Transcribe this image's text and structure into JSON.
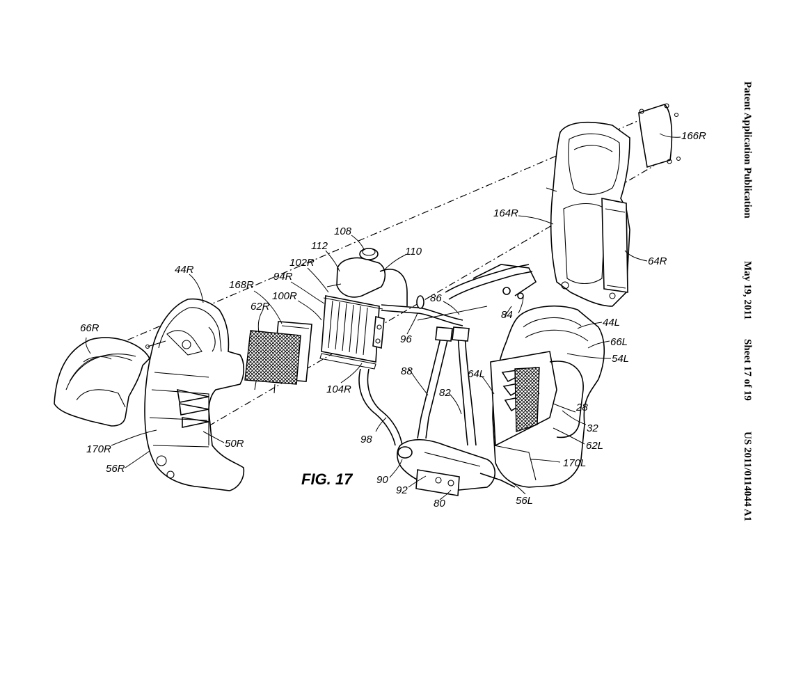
{
  "header": {
    "publication_type": "Patent Application Publication",
    "date": "May 19, 2011",
    "sheet": "Sheet 17 of 19",
    "number": "US 2011/0114044 A1"
  },
  "figure": {
    "caption": "FIG. 17"
  },
  "labels": {
    "l66R": "66R",
    "l44R": "44R",
    "l168R": "168R",
    "l62R": "62R",
    "l100R": "100R",
    "l94R": "94R",
    "l102R": "102R",
    "l112": "112",
    "l108": "108",
    "l110": "110",
    "l164R": "164R",
    "l166R": "166R",
    "l64R": "64R",
    "l86": "86",
    "l84": "84",
    "l44L": "44L",
    "l66L": "66L",
    "l54L": "54L",
    "l96": "96",
    "l104R": "104R",
    "l88": "88",
    "l82": "82",
    "l64L": "64L",
    "l28": "28",
    "l32": "32",
    "l62L": "62L",
    "l98": "98",
    "l170R": "170R",
    "l50R": "50R",
    "l56R": "56R",
    "l90": "90",
    "l92": "92",
    "l80": "80",
    "l170L": "170L",
    "l56L": "56L"
  }
}
